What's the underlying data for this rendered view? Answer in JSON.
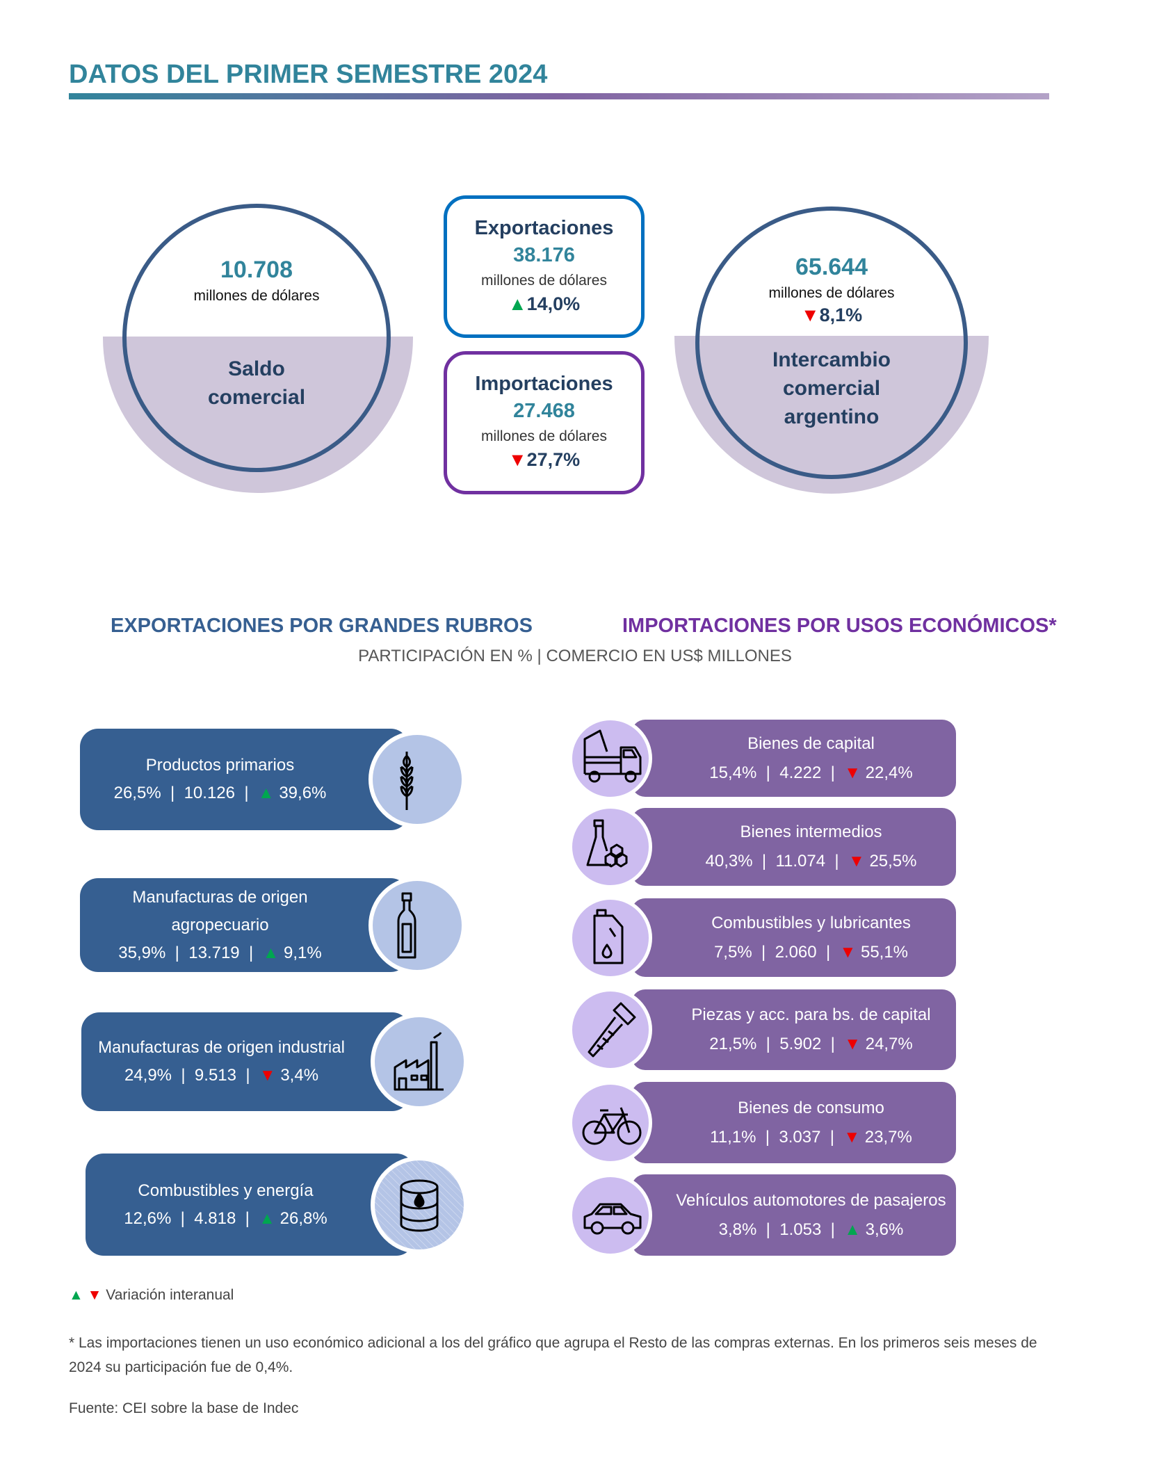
{
  "title": "DATOS DEL PRIMER SEMESTRE 2024",
  "saldo": {
    "value": "10.708",
    "unit": "millones de dólares",
    "label1": "Saldo",
    "label2": "comercial"
  },
  "exportaciones": {
    "title": "Exportaciones",
    "value": "38.176",
    "unit": "millones de dólares",
    "arrow": "▲",
    "var": "14,0%"
  },
  "importaciones": {
    "title": "Importaciones",
    "value": "27.468",
    "unit": "millones de dólares",
    "arrow": "▼",
    "var": "27,7%"
  },
  "intercambio": {
    "value": "65.644",
    "unit": "millones de dólares",
    "arrow": "▼",
    "var": "8,1%",
    "label1": "Intercambio",
    "label2": "comercial",
    "label3": "argentino"
  },
  "sections": {
    "exports": "EXPORTACIONES POR GRANDES RUBROS",
    "imports": "IMPORTACIONES POR USOS ECONÓMICOS*",
    "subtitle": "PARTICIPACIÓN EN % | COMERCIO EN US$ MILLONES"
  },
  "export_items": [
    {
      "name": "Productos primarios",
      "share": "26,5%",
      "value": "10.126",
      "arrow": "▲",
      "var": "39,6%",
      "icon": "wheat-icon"
    },
    {
      "name": "Manufacturas de origen agropecuario",
      "share": "35,9%",
      "value": "13.719",
      "arrow": "▲",
      "var": "9,1%",
      "icon": "bottle-icon"
    },
    {
      "name": "Manufacturas de origen industrial",
      "share": "24,9%",
      "value": "9.513",
      "arrow": "▼",
      "var": "3,4%",
      "icon": "factory-icon"
    },
    {
      "name": "Combustibles y energía",
      "share": "12,6%",
      "value": "4.818",
      "arrow": "▲",
      "var": "26,8%",
      "icon": "barrel-icon"
    }
  ],
  "import_items": [
    {
      "name": "Bienes de capital",
      "share": "15,4%",
      "value": "4.222",
      "arrow": "▼",
      "var": "22,4%",
      "icon": "truck-icon"
    },
    {
      "name": "Bienes intermedios",
      "share": "40,3%",
      "value": "11.074",
      "arrow": "▼",
      "var": "25,5%",
      "icon": "flask-icon"
    },
    {
      "name": "Combustibles y lubricantes",
      "share": "7,5%",
      "value": "2.060",
      "arrow": "▼",
      "var": "55,1%",
      "icon": "jerrycan-icon"
    },
    {
      "name": "Piezas y acc. para bs. de capital",
      "share": "21,5%",
      "value": "5.902",
      "arrow": "▼",
      "var": "24,7%",
      "icon": "screw-icon"
    },
    {
      "name": "Bienes de consumo",
      "share": "11,1%",
      "value": "3.037",
      "arrow": "▼",
      "var": "23,7%",
      "icon": "bicycle-icon"
    },
    {
      "name": "Vehículos automotores de pasajeros",
      "share": "3,8%",
      "value": "1.053",
      "arrow": "▲",
      "var": "3,6%",
      "icon": "car-icon"
    }
  ],
  "legend": {
    "up": "▲",
    "down": "▼",
    "text": "Variación interanual"
  },
  "footnote": "* Las importaciones tienen un uso económico adicional a los del gráfico que agrupa el Resto de las compras externas. En los primeros seis meses de 2024 su participación fue de 0,4%.",
  "source": "Fuente: CEI sobre la base de Indec",
  "colors": {
    "teal": "#31849b",
    "exportBlue": "#365f91",
    "importPurple": "#8064a2",
    "up": "#00a650",
    "down": "#ee0000"
  }
}
